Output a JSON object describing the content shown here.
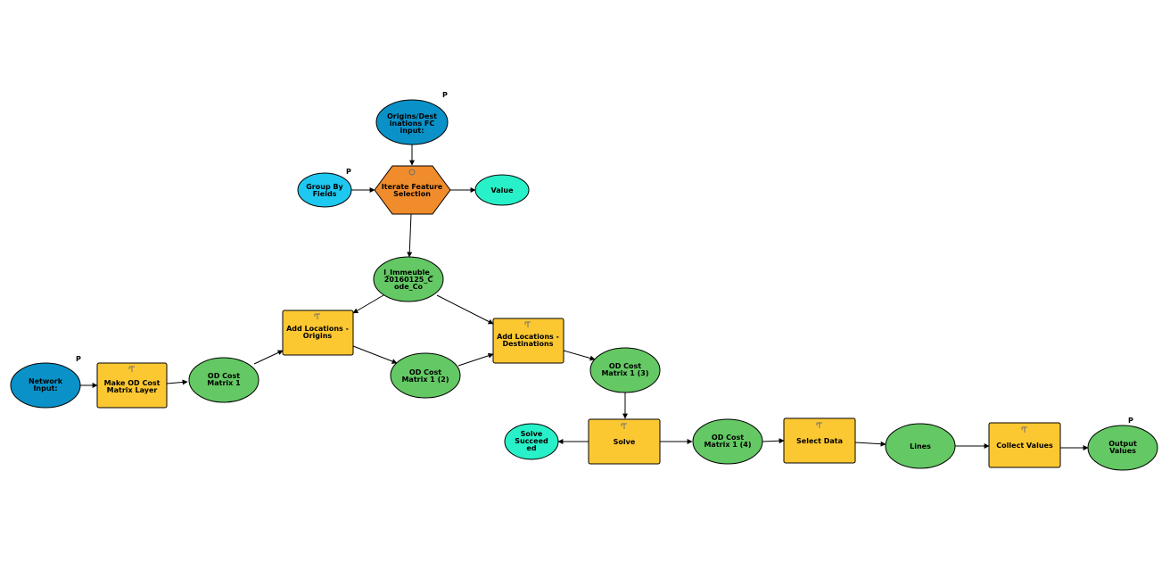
{
  "nodes": {
    "origins_destinations_input": {
      "lines": [
        "Origins/Dest",
        "inations FC",
        "input:"
      ],
      "parameter_mark": "P",
      "color": "#0a92c8"
    },
    "iterate_feature_selection": {
      "lines": [
        "Iterate Feature",
        "Selection"
      ],
      "color": "#f08c2c"
    },
    "group_by_fields": {
      "lines": [
        "Group By",
        "Fields"
      ],
      "parameter_mark": "P",
      "color": "#1ec8f0"
    },
    "value": {
      "lines": [
        "Value"
      ],
      "color": "#28f0c8"
    },
    "i_immeuble": {
      "lines": [
        "I_Immeuble_",
        "20160125_C",
        "ode_Co"
      ],
      "color": "#64c864"
    },
    "add_locations_origins": {
      "lines": [
        "Add Locations -",
        "Origins"
      ],
      "color": "#fcc832"
    },
    "add_locations_destinations": {
      "lines": [
        "Add Locations -",
        "Destinations"
      ],
      "color": "#fcc832"
    },
    "network_input": {
      "lines": [
        "Network",
        "Input:"
      ],
      "parameter_mark": "P",
      "color": "#0a92c8"
    },
    "make_od_cost_matrix_layer": {
      "lines": [
        "Make OD Cost",
        "Matrix Layer"
      ],
      "color": "#fcc832"
    },
    "od_cost_matrix_1": {
      "lines": [
        "OD Cost",
        "Matrix 1"
      ],
      "color": "#64c864"
    },
    "od_cost_matrix_1_2": {
      "lines": [
        "OD Cost",
        "Matrix 1 (2)"
      ],
      "color": "#64c864"
    },
    "od_cost_matrix_1_3": {
      "lines": [
        "OD Cost",
        "Matrix 1 (3)"
      ],
      "color": "#64c864"
    },
    "solve": {
      "lines": [
        "Solve"
      ],
      "color": "#fcc832"
    },
    "solve_succeeded": {
      "lines": [
        "Solve",
        "Succeed",
        "ed"
      ],
      "color": "#28f0c8"
    },
    "od_cost_matrix_1_4": {
      "lines": [
        "OD Cost",
        "Matrix 1 (4)"
      ],
      "color": "#64c864"
    },
    "select_data": {
      "lines": [
        "Select Data"
      ],
      "color": "#fcc832"
    },
    "lines": {
      "lines": [
        "Lines"
      ],
      "color": "#64c864"
    },
    "collect_values": {
      "lines": [
        "Collect Values"
      ],
      "color": "#fcc832"
    },
    "output_values": {
      "lines": [
        "Output",
        "Values"
      ],
      "parameter_mark": "P",
      "color": "#64c864"
    }
  }
}
